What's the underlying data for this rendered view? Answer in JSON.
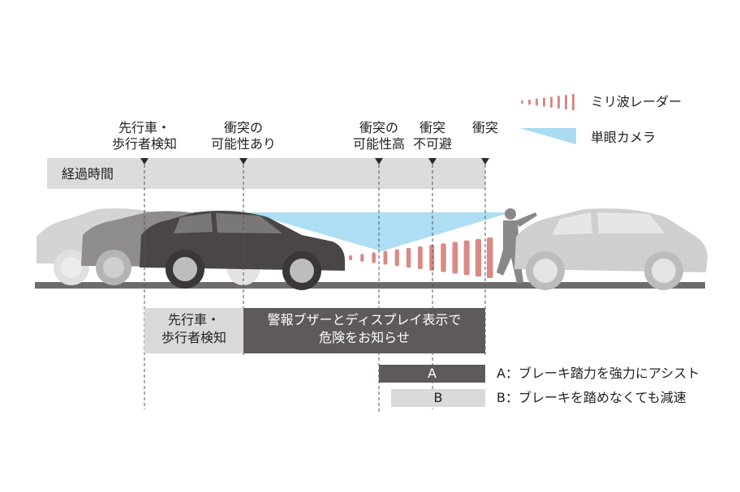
{
  "legend": {
    "radar_label": "ミリ波レーダー",
    "camera_label": "単眼カメラ"
  },
  "timeline": {
    "axis_label": "経過時間",
    "events": [
      {
        "line1": "先行車・",
        "line2": "歩行者検知"
      },
      {
        "line1": "衝突の",
        "line2": "可能性あり"
      },
      {
        "line1": "衝突の",
        "line2": "可能性高"
      },
      {
        "line1": "衝突",
        "line2": "不可避"
      },
      {
        "line1": "",
        "line2": "衝突"
      }
    ]
  },
  "phases": {
    "detect": {
      "line1": "先行車・",
      "line2": "歩行者検知"
    },
    "warning": {
      "line1": "警報ブザーとディスプレイ表示で",
      "line2": "危険をお知らせ"
    },
    "a_bar": "A",
    "b_bar": "B",
    "a_desc": "A：ブレーキ踏力を強力にアシスト",
    "b_desc": "B：ブレーキを踏めなくても減速"
  },
  "colors": {
    "radar": "#d98a86",
    "camera": "#a9dcf2",
    "dark_car": "#4a4646",
    "mid_car": "#8a8888",
    "light_car": "#cfcfcf",
    "bar_light": "#d9d9d9",
    "bar_dark": "#5e5a5a",
    "road": "#6d6b6b"
  }
}
